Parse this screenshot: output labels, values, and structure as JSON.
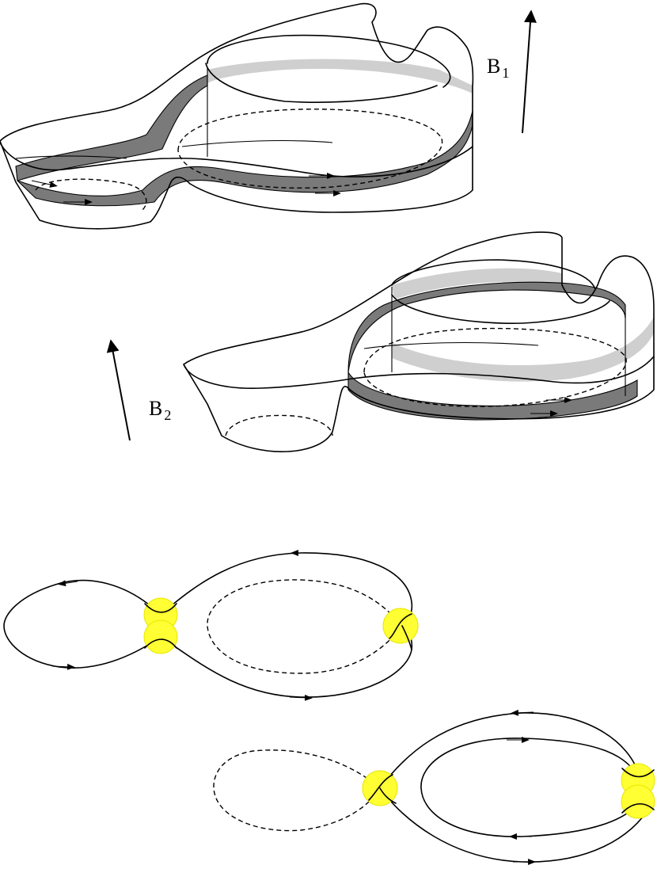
{
  "labels": {
    "field_1": "B",
    "field_1_sub": "1",
    "field_2": "B",
    "field_2_sub": "2"
  },
  "colors": {
    "stroke": "#000000",
    "band_dark": "#7a7a7a",
    "band_light": "#cfcfcf",
    "node": "#ffff33",
    "background": "#ffffff"
  }
}
